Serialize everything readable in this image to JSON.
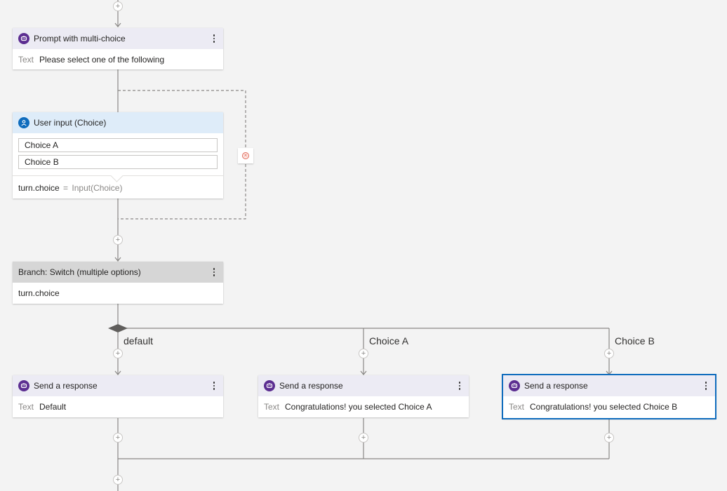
{
  "prompt": {
    "title": "Prompt with multi-choice",
    "text_label": "Text",
    "text_value": "Please select one of the following"
  },
  "user_input": {
    "title": "User input (Choice)",
    "choices": [
      "Choice A",
      "Choice B"
    ],
    "var": "turn.choice",
    "assign": "=",
    "expr": "Input(Choice)"
  },
  "branch": {
    "title": "Branch: Switch (multiple options)",
    "condition": "turn.choice",
    "cases": [
      "default",
      "Choice A",
      "Choice B"
    ]
  },
  "responses": [
    {
      "title": "Send a response",
      "text_label": "Text",
      "text_value": "Default"
    },
    {
      "title": "Send a response",
      "text_label": "Text",
      "text_value": "Congratulations! you selected Choice A"
    },
    {
      "title": "Send a response",
      "text_label": "Text",
      "text_value": "Congratulations! you selected Choice B"
    }
  ],
  "icons": {
    "bot": "bot-icon",
    "user": "user-icon",
    "more": "more-options-icon",
    "add": "add-node-icon",
    "error": "error-handler-icon"
  },
  "colors": {
    "canvas": "#f3f3f3",
    "bot_icon": "#5c2e91",
    "user_icon": "#0f6cbd",
    "selected_border": "#0f6cbd",
    "connector": "#8a8886",
    "error_icon": "#e06a5a"
  }
}
